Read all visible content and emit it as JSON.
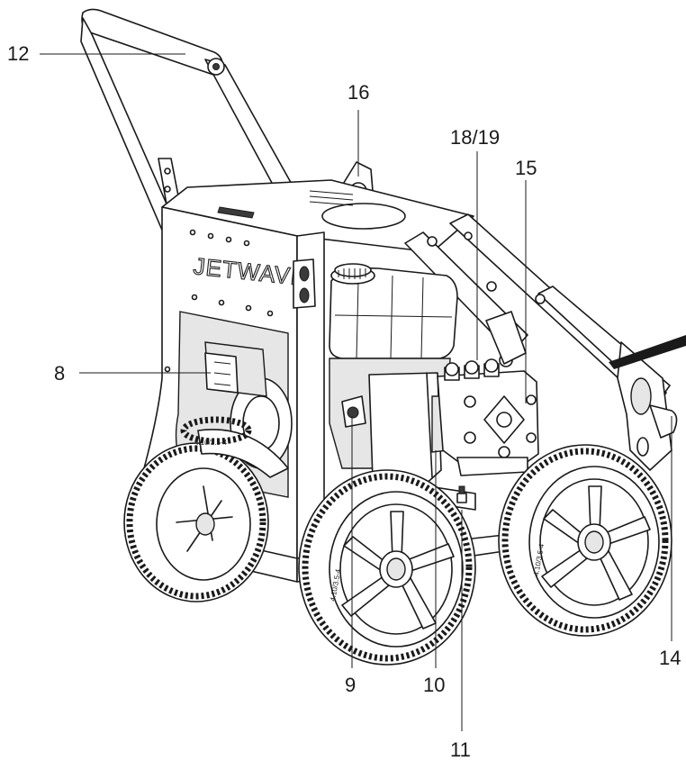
{
  "brand_logo": "JETWAVE",
  "tire_marking": "4.10/3.5-4",
  "callouts": [
    {
      "id": "12",
      "label": "12"
    },
    {
      "id": "16",
      "label": "16"
    },
    {
      "id": "18-19",
      "label": "18/19"
    },
    {
      "id": "15",
      "label": "15"
    },
    {
      "id": "8",
      "label": "8"
    },
    {
      "id": "9",
      "label": "9"
    },
    {
      "id": "10",
      "label": "10"
    },
    {
      "id": "11",
      "label": "11"
    },
    {
      "id": "14",
      "label": "14"
    }
  ]
}
